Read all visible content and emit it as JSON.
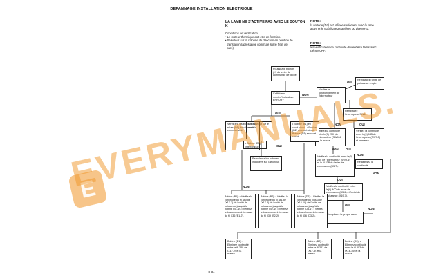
{
  "header": "DEPANNAGE INSTALLATION ELECTRIQUE",
  "title_line1": "LA LAME NE S'ACTIVE PAS AVEC LE BOUTON",
  "title_line2": "K",
  "conditions_title": "Conditions de vérification:",
  "conditions": [
    "• Le moteur thermique doit être en fonction.",
    "• Sélecteur sur la colonne de direction en position de",
    "  translation (après avoir commuté sur le frein de",
    "  parc)."
  ],
  "note1_heading": "NOTE:",
  "note1_lines": [
    "la batterie (D2) est utilisée seulement avec la lame",
    "avant et le stabilisateurs arrières ou vice versa."
  ],
  "note2_heading": "NOTE:",
  "note2_lines": [
    "les vérifications de continuité doivent être faites avec",
    "clé sur OFF."
  ],
  "boxes": {
    "start": "Poussez le bouton (K) du levier de commande de droite.",
    "display": "L'afficheur montrel'indication: ERROR?",
    "r1": "Remplacez l'unité de puissance engin.",
    "sw_check": "Vérifiez le fonctionnement de l'interrupteur",
    "replace_sw": "Remplacez l'interrupteur SW6.",
    "continuity_left": "Vérifiez la continuité entre le(9) 230 (de l'interrupteur (SW9-4) et la masse.",
    "continuity_right": "Vérifiez la continuité entre le(4) 145 de l'interrupteur (SW9-5) et la masse.",
    "relays": "Vérifiez si les bobines des relais (D1) fonctionnent correctement.",
    "short_circuit": "Court-circuit sur le module.",
    "coils_list": "• Bobine (B1) en court-circuit. • Bobine (B2) en court-circuit. • Bobine (D3) en court-circuit.",
    "coil_d3": "• Bobine (D3) interrompue.",
    "replace_listed": "Remplacez les bobines indiquées sur l'afficheur.",
    "continuity_mid": "Vérifiez la continuité entre le(9) 230 de l'interrupteur (SW9-4) et le fil 23B du levier de commande (D5.7).",
    "restore": "Rétablissez la continuité.",
    "check_unit": "Vérifiez la continuité entre le(9) 400 du levier de commande (D5.6) et l'unité de puissance (X19-7).",
    "replace_card": "Remplacez la propre carte.",
    "b1": "Bobine (B1): • Vérifiez la continuité du fil 380 de (X17-2) de l'unité de puissance jusqu'à la bobine (B1-1). • Vérifiez le branchement à masse du fil X36 (B1-2).",
    "b2": "Bobine (B2): • Vérifiez la continuité du fil 381 de (X17-3) de l'unité de puissance jusqu'à la bobine (B2-1). • Vérifiez le branchement à masse du fil 039 (B2-2).",
    "d3": "Bobine (D3): • Vérifiez la continuité du fil 503 de (X16-10) de l'unité de puissance jusqu'à la bobine (D3-1). • Vérifiez le branchement à masse du fil 516 (D3-2).",
    "fb1": "Bobine (B1): • Eliminez continuité entre le fil 380 de (X17-2) et la masse.",
    "fb2": "Bobine (B2): • Eliminez continuité entre le fil 381 de (X17-3) et la masse.",
    "fd3": "Bobine (D3): • Eliminez continuité entre le fil 503 de (X16-10) et la masse."
  },
  "labels": {
    "non": "NON",
    "oui": "OUI"
  },
  "watermark": "EVERYMANUALS.",
  "logo_letter": "E",
  "page_number": "II-34",
  "colors": {
    "watermark": "#f0962a",
    "line": "#222222"
  }
}
